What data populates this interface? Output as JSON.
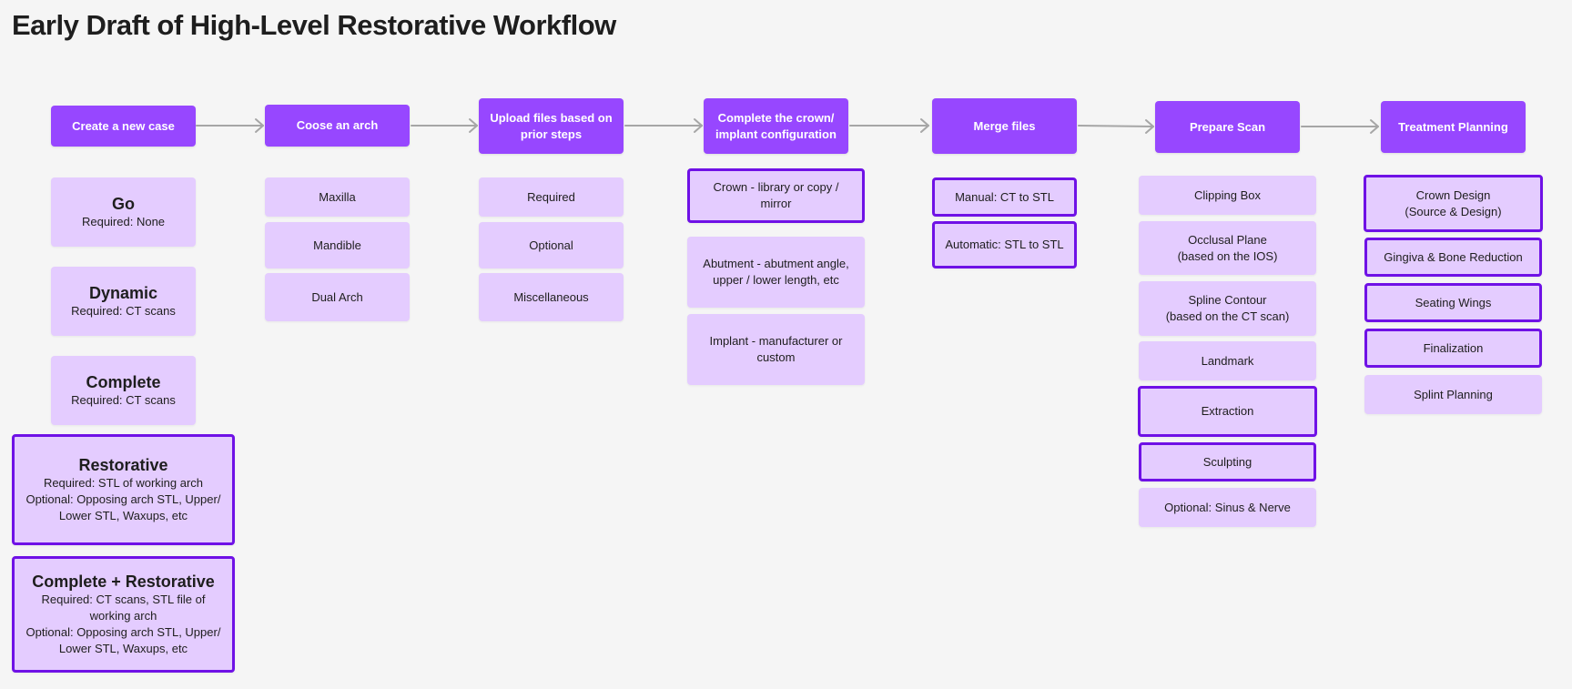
{
  "title": "Early Draft of High-Level Restorative Workflow",
  "colors": {
    "header_fill": "#9747ff",
    "item_fill": "#e4ccff",
    "outline": "#6f11e6",
    "arrow": "#a6a6a6",
    "background": "#f5f5f5"
  },
  "steps": [
    {
      "label": "Create a new case"
    },
    {
      "label": "Coose an arch"
    },
    {
      "label": "Upload files based on\nprior steps"
    },
    {
      "label": "Complete the crown/\nimplant configuration"
    },
    {
      "label": "Merge files"
    },
    {
      "label": "Prepare Scan"
    },
    {
      "label": "Treatment Planning"
    }
  ],
  "case_types": [
    {
      "name": "Go",
      "details": "Required: None"
    },
    {
      "name": "Dynamic",
      "details": "Required: CT scans"
    },
    {
      "name": "Complete",
      "details": "Required: CT scans"
    },
    {
      "name": "Restorative",
      "details": "Required:  STL of working arch\nOptional: Opposing arch STL, Upper/\nLower STL, Waxups, etc"
    },
    {
      "name": "Complete + Restorative",
      "details": "Required: CT scans, STL file of\nworking arch\nOptional: Opposing arch STL, Upper/\nLower STL, Waxups, etc"
    }
  ],
  "arch_options": [
    "Maxilla",
    "Mandible",
    "Dual Arch"
  ],
  "upload_options": [
    "Required",
    "Optional",
    "Miscellaneous"
  ],
  "config_options": [
    "Crown - library or copy /\nmirror",
    "Abutment - abutment angle,\nupper / lower length, etc",
    "Implant - manufacturer or\ncustom"
  ],
  "merge_options": [
    "Manual: CT to STL",
    "Automatic: STL to STL"
  ],
  "scan_options": [
    "Clipping Box",
    "Occlusal Plane\n(based on the IOS)",
    "Spline Contour\n(based on the CT scan)",
    "Landmark",
    "Extraction",
    "Sculpting",
    "Optional: Sinus & Nerve"
  ],
  "planning_options": [
    "Crown Design\n(Source & Design)",
    "Gingiva & Bone Reduction",
    "Seating Wings",
    "Finalization",
    "Splint Planning"
  ]
}
